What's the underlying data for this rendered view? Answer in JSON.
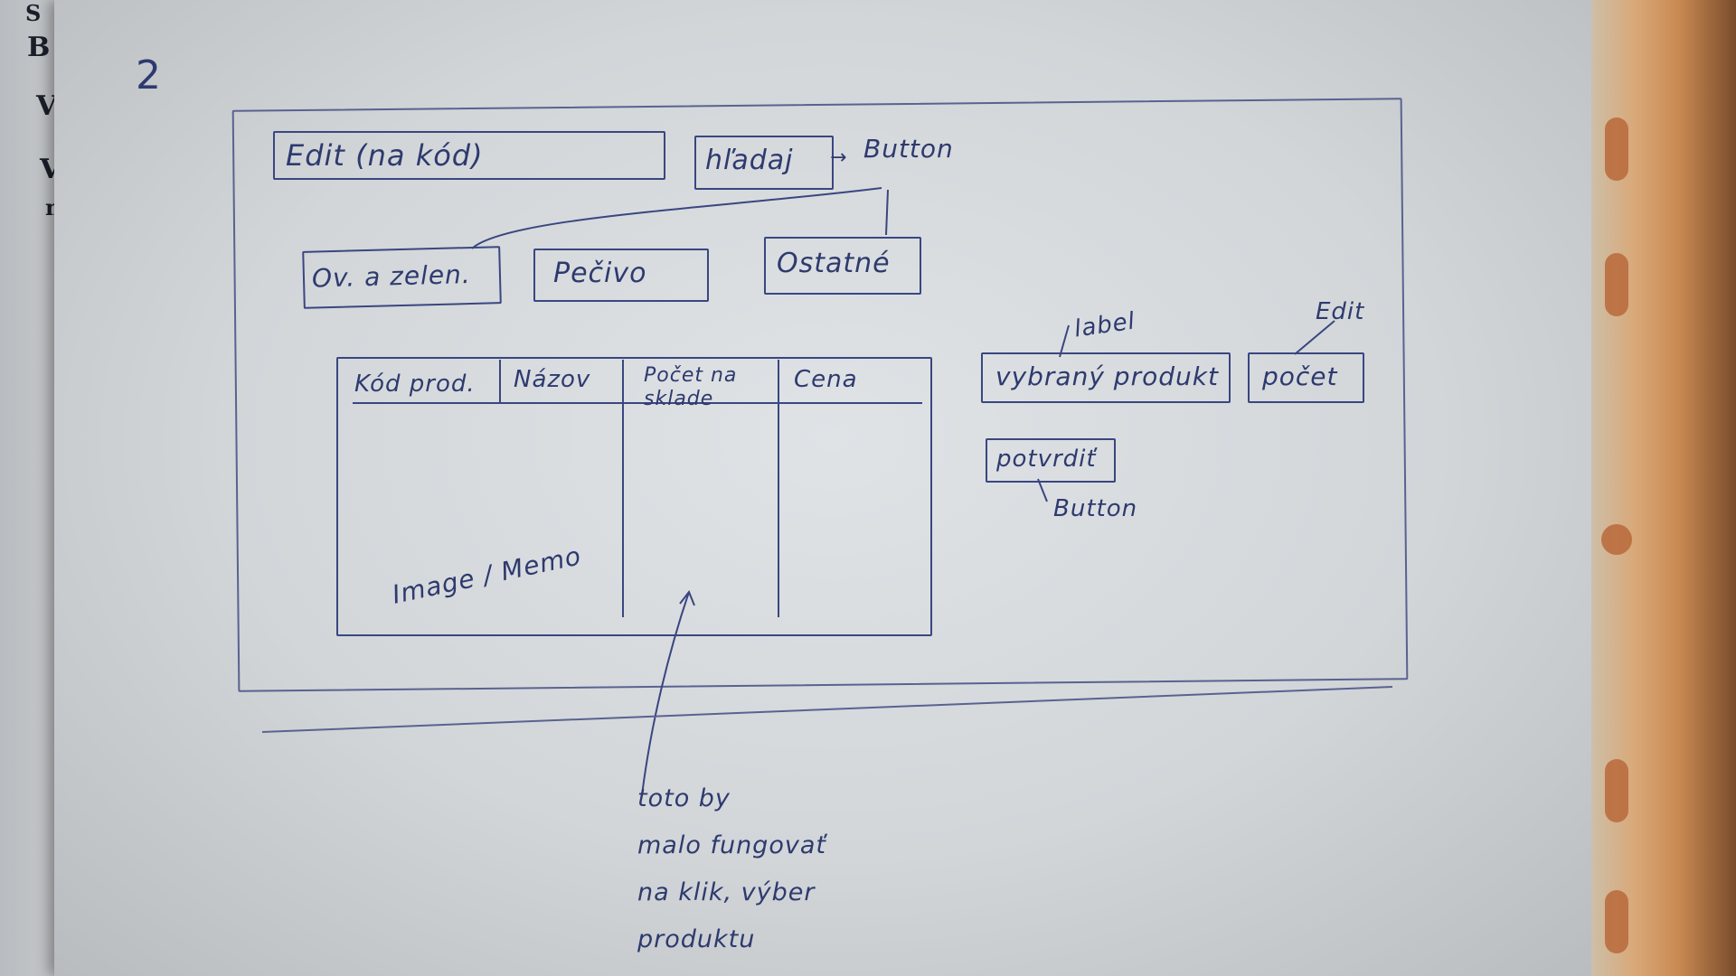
{
  "page_number": "2",
  "search_row": {
    "edit_text": "Edit (na kód)",
    "search_button": "hľadaj",
    "button_annotation": "Button"
  },
  "category_buttons": [
    "Ov. a zelen.",
    "Pečivo",
    "Ostatné"
  ],
  "product_table": {
    "columns": [
      "Kód prod.",
      "Názov",
      "Počet na sklade",
      "Cena"
    ],
    "body_annotation": "Image / Memo"
  },
  "side_panel": {
    "label_annotation": "label",
    "selected_product": "vybraný produkt",
    "edit_annotation": "Edit",
    "count_field": "počet",
    "confirm_button": "potvrdiť",
    "button_annotation": "Button"
  },
  "footnote": [
    "toto by",
    "malo fungovať",
    "na klik, výber",
    "produktu"
  ],
  "colors": {
    "ink": "#2e3a6e",
    "paper": "#d8dcdf",
    "sleeve": "#c98a52"
  }
}
